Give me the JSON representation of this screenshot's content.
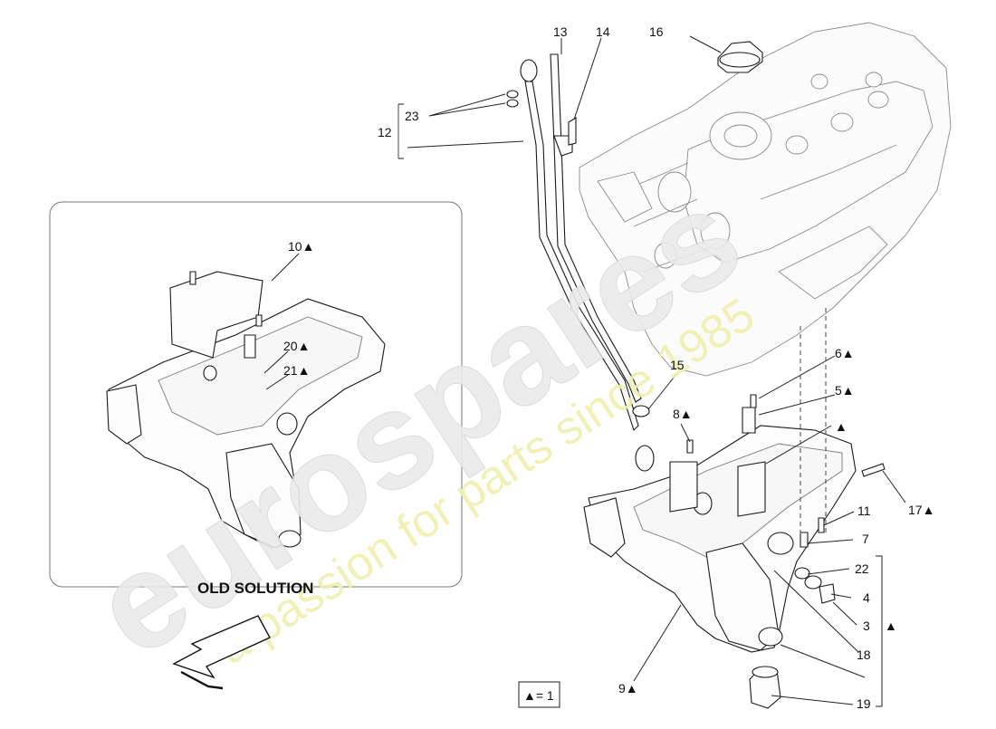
{
  "colors": {
    "line": "#1a1a1a",
    "watermark_grey": "#e9e9e9",
    "watermark_yellow": "#f4f2b8"
  },
  "watermark": {
    "brand": "eurospares",
    "tagline": "a passion for parts since 1985"
  },
  "old_solution": {
    "label": "OLD SOLUTION",
    "callouts": [
      {
        "id": "10",
        "text": "10▲"
      },
      {
        "id": "20",
        "text": "20▲"
      },
      {
        "id": "21",
        "text": "21▲"
      }
    ]
  },
  "callouts": [
    {
      "id": "23",
      "text": "23"
    },
    {
      "id": "12",
      "text": "12"
    },
    {
      "id": "13",
      "text": "13"
    },
    {
      "id": "14",
      "text": "14"
    },
    {
      "id": "16",
      "text": "16"
    },
    {
      "id": "15",
      "text": "15"
    },
    {
      "id": "6",
      "text": "6▲"
    },
    {
      "id": "5",
      "text": "5▲"
    },
    {
      "id": "tri",
      "text": "▲"
    },
    {
      "id": "8",
      "text": "8▲"
    },
    {
      "id": "17",
      "text": "17▲"
    },
    {
      "id": "11",
      "text": "11"
    },
    {
      "id": "7",
      "text": "7"
    },
    {
      "id": "22",
      "text": "22"
    },
    {
      "id": "4",
      "text": "4"
    },
    {
      "id": "3",
      "text": "3"
    },
    {
      "id": "3-tri",
      "text": "▲"
    },
    {
      "id": "18",
      "text": "18"
    },
    {
      "id": "9",
      "text": "9▲"
    },
    {
      "id": "19",
      "text": "19"
    }
  ],
  "legend": {
    "text": "▲= 1"
  }
}
